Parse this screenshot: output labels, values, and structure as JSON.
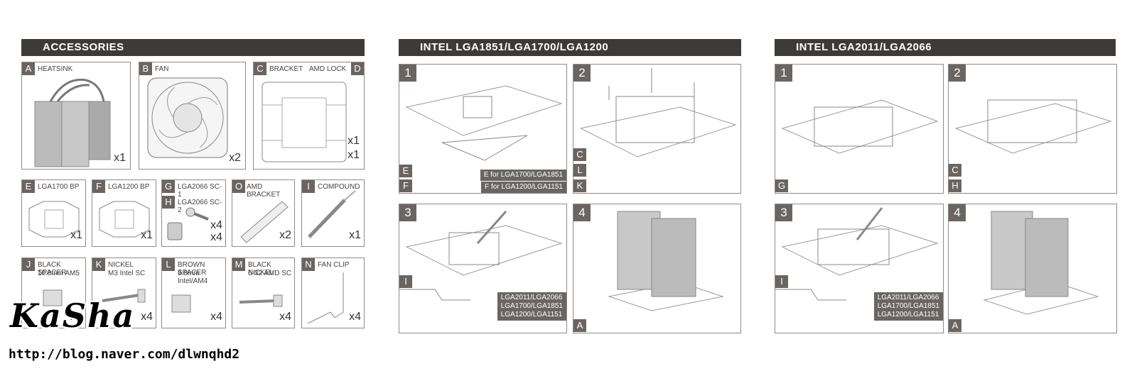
{
  "accessories": {
    "title": "ACCESSORIES",
    "items": [
      {
        "tag": "A",
        "label": "HEATSINK",
        "qty": "x1"
      },
      {
        "tag": "B",
        "label": "FAN",
        "qty": "x2"
      },
      {
        "tag": "C",
        "label": "BRACKET",
        "qty": "x1"
      },
      {
        "tag": "D",
        "label": "AMD LOCK",
        "qty": "x1"
      },
      {
        "tag": "E",
        "label": "LGA1700 BP",
        "qty": "x1"
      },
      {
        "tag": "F",
        "label": "LGA1200 BP",
        "qty": "x1"
      },
      {
        "tag": "G",
        "label": "LGA2066 SC-1",
        "qty": "x4"
      },
      {
        "tag": "H",
        "label": "LGA2066 SC-2",
        "qty": "x4"
      },
      {
        "tag": "O",
        "label": "AMD BRACKET",
        "qty": "x2"
      },
      {
        "tag": "I",
        "label": "COMPOUND",
        "qty": "x1"
      },
      {
        "tag": "J",
        "label1": "BLACK SPACER",
        "label2": "10.8mm AM5",
        "qty": "x4"
      },
      {
        "tag": "K",
        "label1": "NICKEL",
        "label2": "M3 Intel SC",
        "qty": "x4"
      },
      {
        "tag": "L",
        "label1": "BROWN SPACER",
        "label2": "9.8mm",
        "label3": "Intel/AM4",
        "qty": "x4"
      },
      {
        "tag": "M",
        "label1": "BLACK NICKEL",
        "label2": "6-32 AMD SC",
        "qty": "x4"
      },
      {
        "tag": "N",
        "label": "FAN CLIP",
        "qty": "x4"
      }
    ]
  },
  "intel1851": {
    "title": "INTEL LGA1851/LGA1700/LGA1200",
    "steps": [
      "1",
      "2",
      "3",
      "4"
    ],
    "step1_tags": [
      "E",
      "F"
    ],
    "step1_note": [
      "E for LGA1700/LGA1851",
      "F for LGA1200/LGA1151"
    ],
    "step2_tags": [
      "C",
      "L",
      "K"
    ],
    "step3_tag": "I",
    "step3_note": [
      "LGA2011/LGA2066",
      "LGA1700/LGA1851",
      "LGA1200/LGA1151"
    ],
    "step4_tag": "A"
  },
  "intel2011": {
    "title": "INTEL LGA2011/LGA2066",
    "steps": [
      "1",
      "2",
      "3",
      "4"
    ],
    "step1_tag": "G",
    "step2_tags": [
      "C",
      "H"
    ],
    "step3_tag": "I",
    "step3_note": [
      "LGA2011/LGA2066",
      "LGA1700/LGA1851",
      "LGA1200/LGA1151"
    ],
    "step4_tag": "A"
  },
  "watermark": {
    "name": "KaSha",
    "url": "http://blog.naver.com/dlwnqhd2"
  }
}
